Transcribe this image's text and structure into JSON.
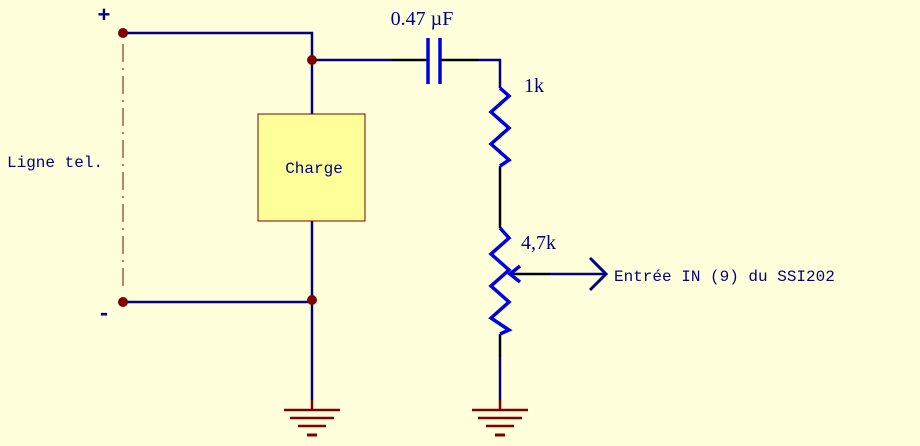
{
  "colors": {
    "background": "#ffffdc",
    "wire": "#000080",
    "component": "#0000e0",
    "ground": "#800000",
    "node": "#800000",
    "load_fill": "#ffff99"
  },
  "labels": {
    "plus": "+",
    "minus": "-",
    "line": "Ligne tel.",
    "load": "Charge",
    "capacitor": "0.47 µF",
    "resistor_1": "1k",
    "potentiometer": "4,7k",
    "output": "Entrée IN (9) du SSI202"
  },
  "icons": [
    "capacitor-icon",
    "resistor-icon",
    "potentiometer-icon",
    "ground-icon",
    "arrow-icon"
  ]
}
